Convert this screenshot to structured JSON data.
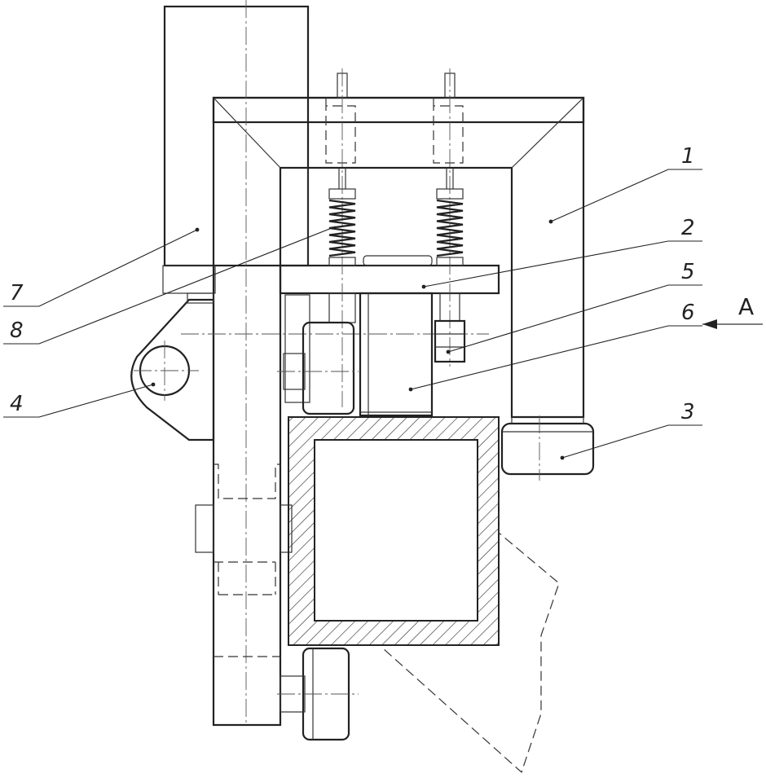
{
  "labels": {
    "l1": "1",
    "l2": "2",
    "l3": "3",
    "l4": "4",
    "l5": "5",
    "l6": "6",
    "l7": "7",
    "l8": "8"
  },
  "view_label": "A",
  "colors": {
    "line": "#222222",
    "background": "#ffffff"
  }
}
